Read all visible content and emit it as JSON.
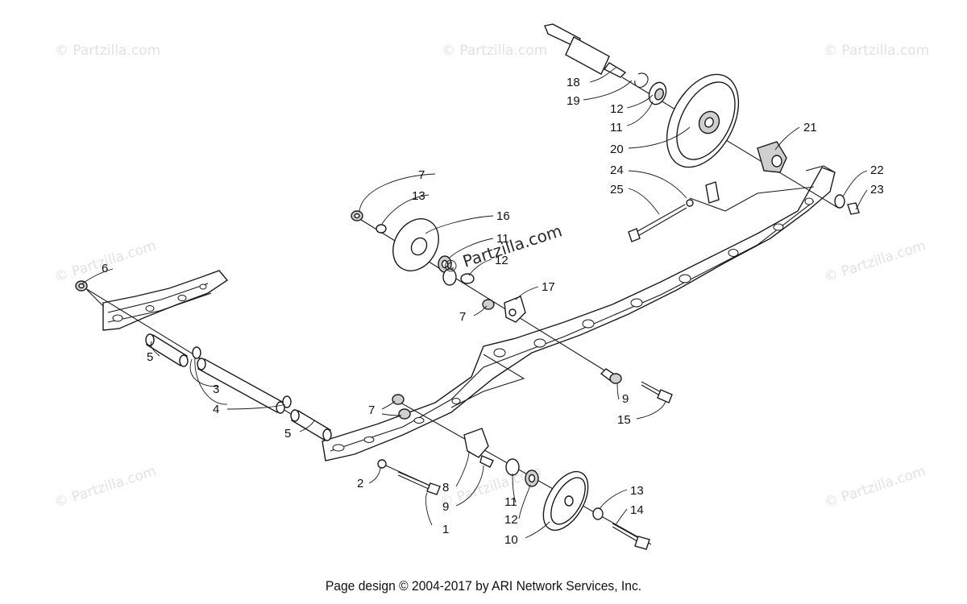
{
  "watermark": {
    "text": "© Partzilla.com"
  },
  "center_watermark": {
    "text": "© Partzilla.com"
  },
  "footer": {
    "text": "Page design © 2004-2017 by ARI Network Services, Inc."
  },
  "callouts": {
    "c1": "1",
    "c2": "2",
    "c3": "3",
    "c4": "4",
    "c5a": "5",
    "c5b": "5",
    "c6": "6",
    "c7a": "7",
    "c7b": "7",
    "c7c": "7",
    "c8": "8",
    "c9a": "9",
    "c9b": "9",
    "c10": "10",
    "c11a": "11",
    "c11b": "11",
    "c11c": "11",
    "c12a": "12",
    "c12b": "12",
    "c12c": "12",
    "c13a": "13",
    "c13b": "13",
    "c14": "14",
    "c15": "15",
    "c16": "16",
    "c17": "17",
    "c18": "18",
    "c19": "19",
    "c20": "20",
    "c21": "21",
    "c22": "22",
    "c23": "23",
    "c24": "24",
    "c25": "25"
  }
}
